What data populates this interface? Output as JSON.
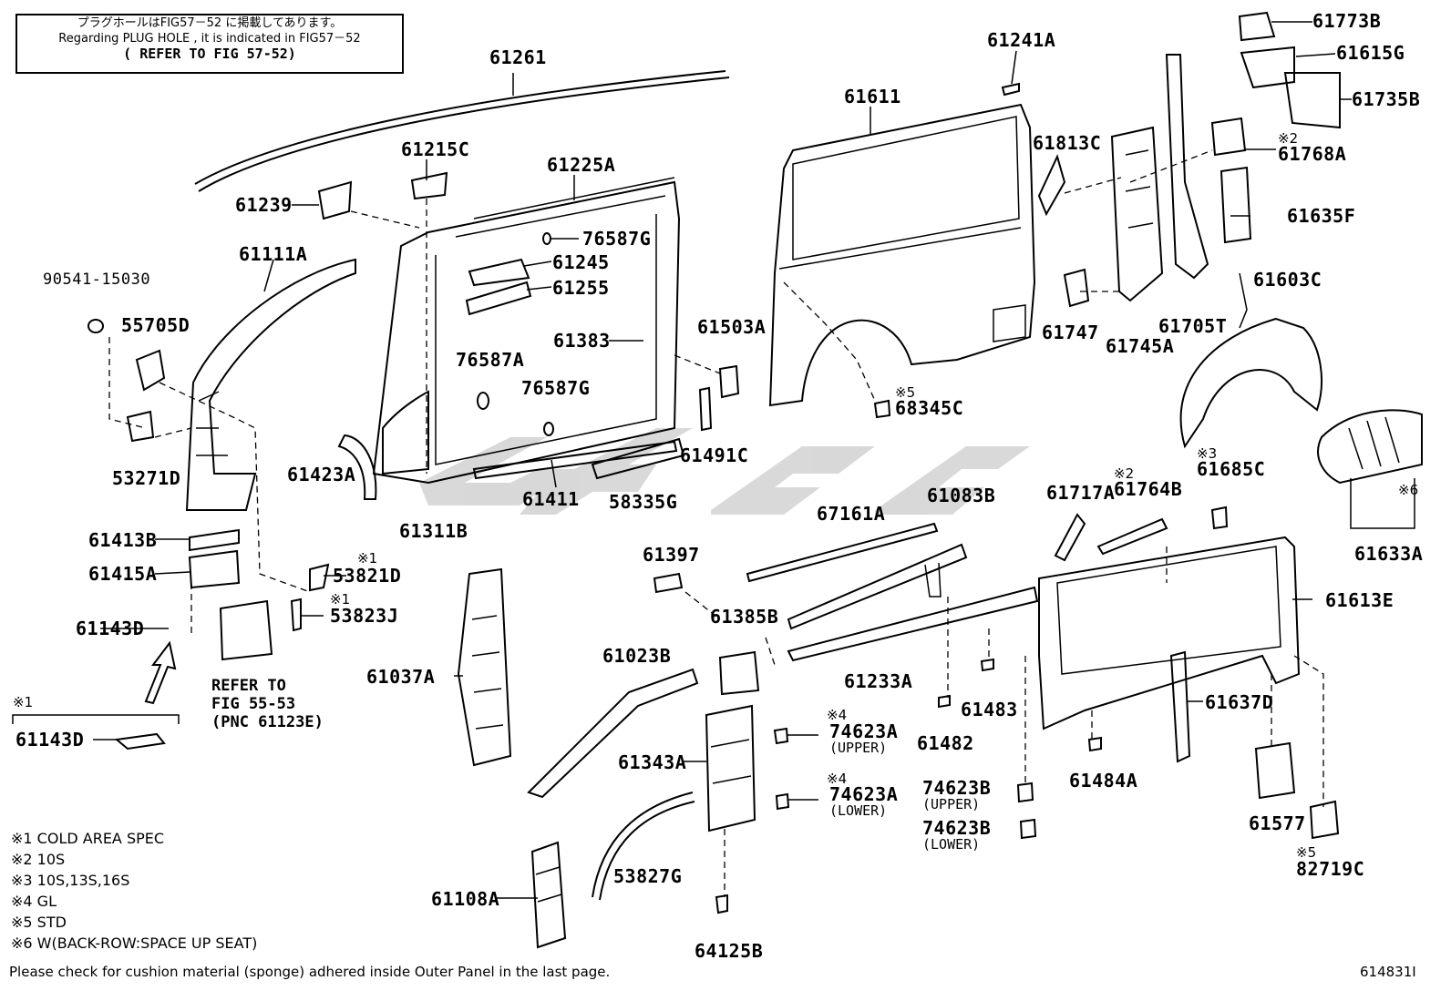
{
  "notice": {
    "japanese": "プラグホールはFIG57－52 に掲載してあります。",
    "english": "Regarding PLUG HOLE , it is indicated in FIG57－52",
    "refer": "( REFER TO FIG 57-52)"
  },
  "watermark": "GSGS",
  "parts": {
    "p61261": "61261",
    "p61215C": "61215C",
    "p61225A": "61225A",
    "p61239": "61239",
    "p61111A": "61111A",
    "p90541_15030": "90541-15030",
    "p55705D": "55705D",
    "p53271D": "53271D",
    "p76587G_a": "76587G",
    "p61245": "61245",
    "p61255": "61255",
    "p61383": "61383",
    "p76587A": "76587A",
    "p76587G_b": "76587G",
    "p61503A": "61503A",
    "p61491C": "61491C",
    "p61423A": "61423A",
    "p61311B": "61311B",
    "p61411": "61411",
    "p58335G": "58335G",
    "p61241A": "61241A",
    "p61611": "61611",
    "p61813C": "61813C",
    "p68345C": "68345C",
    "p61747": "61747",
    "p61745A": "61745A",
    "p61705T": "61705T",
    "p61773B": "61773B",
    "p61615G": "61615G",
    "p61735B": "61735B",
    "p61768A": "61768A",
    "p61635F": "61635F",
    "p61603C": "61603C",
    "p61685C": "61685C",
    "p61633A": "61633A",
    "p61717A": "61717A",
    "p61764B": "61764B",
    "p61613E": "61613E",
    "p61637D": "61637D",
    "p61484A": "61484A",
    "p61577": "61577",
    "p82719C": "82719C",
    "p61413B": "61413B",
    "p61415A": "61415A",
    "p61143D_a": "61143D",
    "p53821D": "53821D",
    "p53823J": "53823J",
    "p61143D_b": "61143D",
    "p61037A": "61037A",
    "p61397": "61397",
    "p67161A": "67161A",
    "p61083B": "61083B",
    "p61385B": "61385B",
    "p61023B": "61023B",
    "p61233A": "61233A",
    "p61483": "61483",
    "p61482": "61482",
    "p61343A": "61343A",
    "p74623A_up": "74623A",
    "p74623A_lo": "74623A",
    "p74623B_up": "74623B",
    "p74623B_lo": "74623B",
    "p53827G": "53827G",
    "p61108A": "61108A",
    "p64125B": "64125B"
  },
  "subs": {
    "upper": "(UPPER)",
    "lower": "(LOWER)",
    "upper2": "(UPPER)",
    "lower2": "(LOWER)",
    "refer1": "REFER TO",
    "refer2": "FIG 55-53",
    "refer3": "(PNC 61123E)"
  },
  "marks": {
    "m1a": "※1",
    "m1b": "※1",
    "m1c": "※1",
    "m2a": "※2",
    "m2b": "※2",
    "m3": "※3",
    "m4a": "※4",
    "m4b": "※4",
    "m5a": "※5",
    "m5b": "※5",
    "m6": "※6"
  },
  "legend": [
    "※1 COLD AREA SPEC",
    "※2 10S",
    "※3 10S,13S,16S",
    "※4 GL",
    "※5 STD",
    "※6 W(BACK-ROW:SPACE UP SEAT)"
  ],
  "footer": "Please check for cushion material (sponge) adhered inside Outer Panel in the last page.",
  "figure_id": "614831I"
}
